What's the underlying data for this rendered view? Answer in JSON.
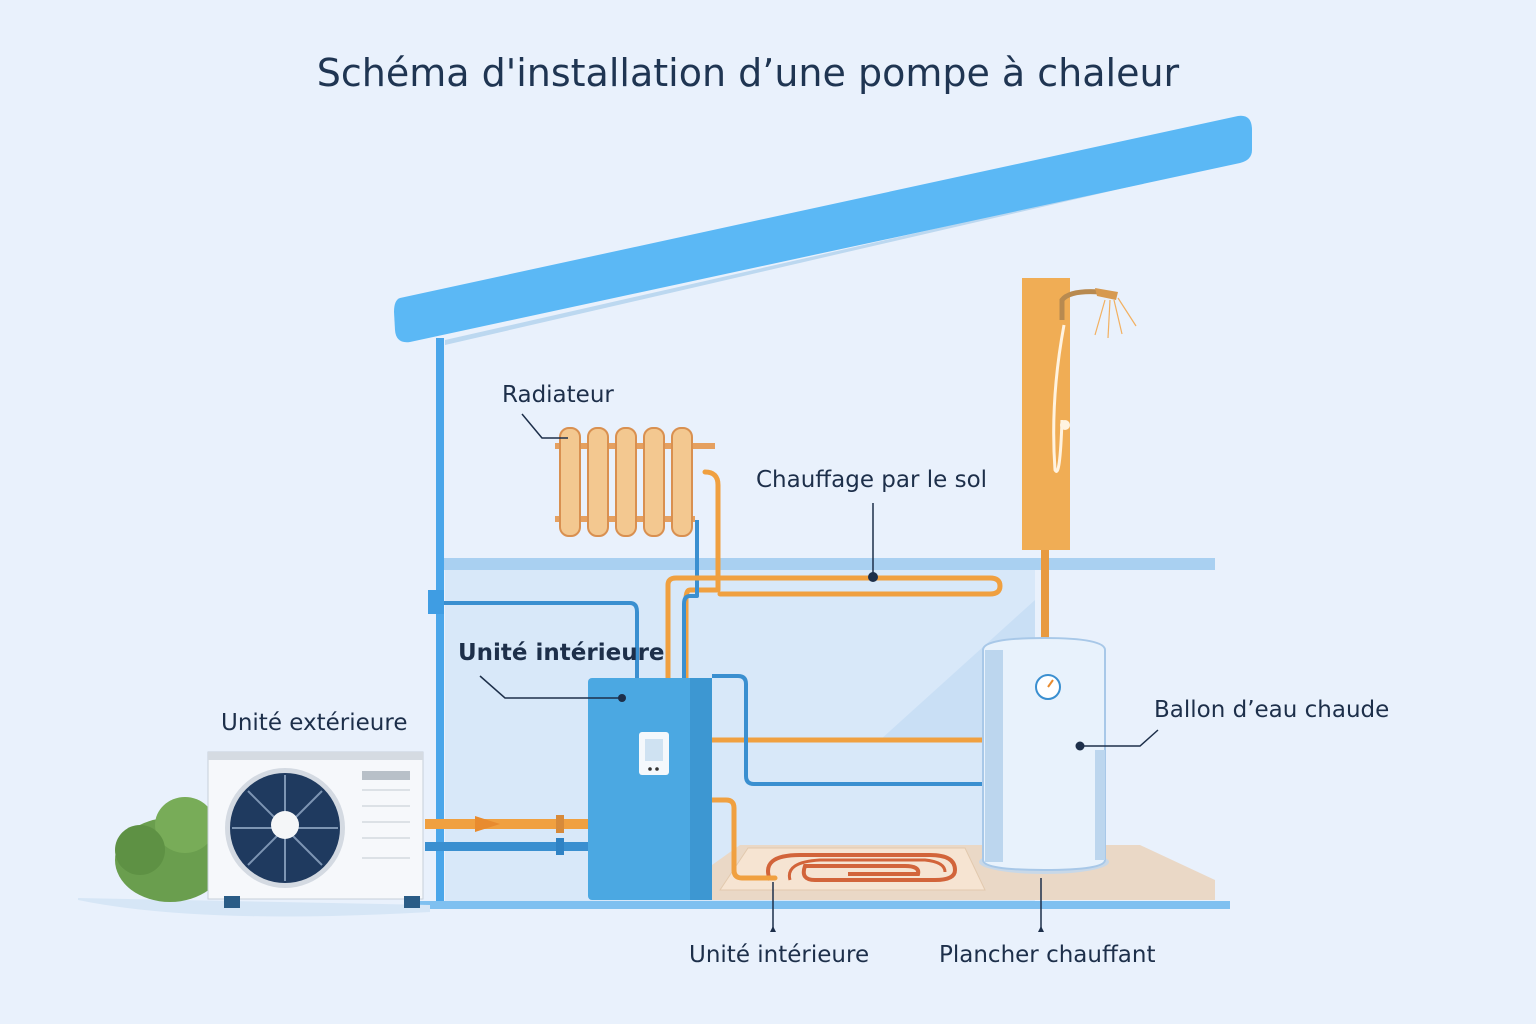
{
  "title": "Schéma d'installation d’une pompe à chaleur",
  "labels": {
    "radiator": "Radiateur",
    "floor_heating_top": "Chauffage par le sol",
    "indoor_unit_top": "Unité intérieure",
    "outdoor_unit": "Unité extérieure",
    "hot_water_tank": "Ballon d’eau chaude",
    "indoor_unit_bottom": "Unité intérieure",
    "underfloor_heating": "Plancher chauffant"
  },
  "colors": {
    "background": "#e9f1fc",
    "roof": "#5bb8f5",
    "hot_pipe": "#f0a040",
    "cold_pipe": "#3a8fd0",
    "indoor_unit": "#4ba8e2",
    "shower_panel": "#f0ad55"
  }
}
